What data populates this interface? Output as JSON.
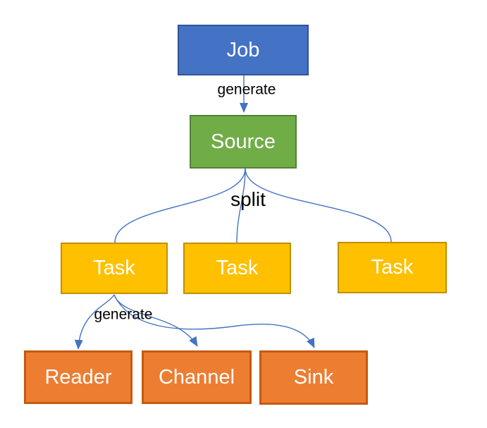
{
  "diagram": {
    "nodes": {
      "job": {
        "label": "Job"
      },
      "source": {
        "label": "Source"
      },
      "task1": {
        "label": "Task"
      },
      "task2": {
        "label": "Task"
      },
      "task3": {
        "label": "Task"
      },
      "reader": {
        "label": "Reader"
      },
      "channel": {
        "label": "Channel"
      },
      "sink": {
        "label": "Sink"
      }
    },
    "edge_labels": {
      "generate_top": "generate",
      "split": "split",
      "generate_bottom": "generate"
    }
  },
  "colors": {
    "job_fill": "#4472C4",
    "job_border": "#2F5597",
    "source_fill": "#70AD47",
    "source_border": "#538135",
    "task_fill": "#FFC000",
    "task_border": "#BF9000",
    "orange_fill": "#ED7D31",
    "orange_border": "#C55A11",
    "connector": "#4472C4",
    "node_text": "#FFFFFF",
    "label_text": "#000000",
    "background": "#FFFFFF"
  }
}
